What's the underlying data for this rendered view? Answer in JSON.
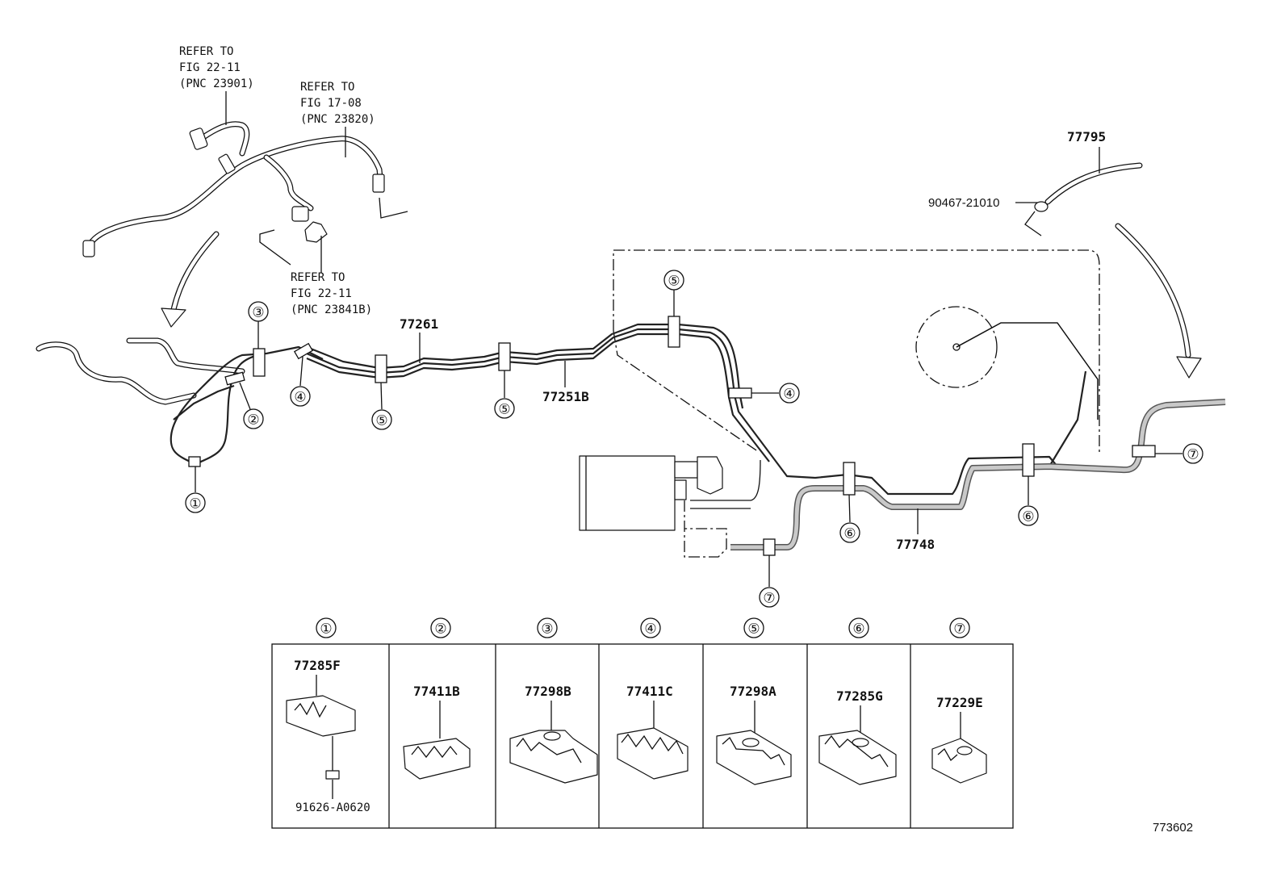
{
  "refers": [
    {
      "lines": [
        "REFER TO",
        "FIG 22-11",
        "(PNC 23901)"
      ]
    },
    {
      "lines": [
        "REFER TO",
        "FIG 17-08",
        "(PNC 23820)"
      ]
    },
    {
      "lines": [
        "REFER TO",
        "FIG 22-11",
        "(PNC 23841B)"
      ]
    }
  ],
  "parts": {
    "p77795": "77795",
    "p90467": "90467-21010",
    "p77261": "77261",
    "p77251B": "77251B",
    "p77748": "77748"
  },
  "markers": {
    "m1": "①",
    "m2": "②",
    "m3": "③",
    "m4": "④",
    "m5": "⑤",
    "m6": "⑥",
    "m7": "⑦"
  },
  "table": {
    "headers": [
      "①",
      "②",
      "③",
      "④",
      "⑤",
      "⑥",
      "⑦"
    ],
    "cells": [
      {
        "part": "77285F",
        "extra": "91626-A0620"
      },
      {
        "part": "77411B"
      },
      {
        "part": "77298B"
      },
      {
        "part": "77411C"
      },
      {
        "part": "77298A"
      },
      {
        "part": "77285G"
      },
      {
        "part": "77229E"
      }
    ]
  },
  "figure_code": "773602"
}
